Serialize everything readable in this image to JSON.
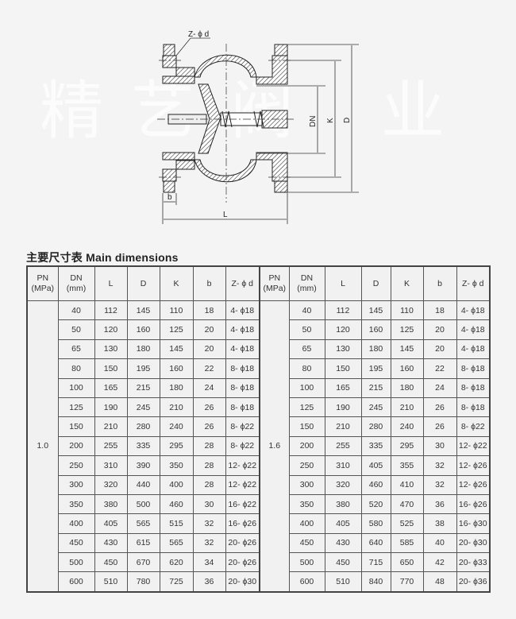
{
  "drawing": {
    "labels": {
      "z_phi_d": "Z- ϕ d",
      "dn": "DN",
      "k": "K",
      "d": "D",
      "b": "b",
      "l": "L"
    },
    "watermark": "精艺阀业"
  },
  "title": "主要尺寸表 Main dimensions",
  "table": {
    "headers": [
      "PN\n(MPa)",
      "DN\n(mm)",
      "L",
      "D",
      "K",
      "b",
      "Z- ϕ d"
    ],
    "header_pn": [
      "PN",
      "(MPa)"
    ],
    "header_dn": [
      "DN",
      "(mm)"
    ],
    "groups": [
      {
        "pn": "1.0",
        "rows": [
          [
            "40",
            "112",
            "145",
            "110",
            "18",
            "4- ϕ18"
          ],
          [
            "50",
            "120",
            "160",
            "125",
            "20",
            "4- ϕ18"
          ],
          [
            "65",
            "130",
            "180",
            "145",
            "20",
            "4- ϕ18"
          ],
          [
            "80",
            "150",
            "195",
            "160",
            "22",
            "8- ϕ18"
          ],
          [
            "100",
            "165",
            "215",
            "180",
            "24",
            "8- ϕ18"
          ],
          [
            "125",
            "190",
            "245",
            "210",
            "26",
            "8- ϕ18"
          ],
          [
            "150",
            "210",
            "280",
            "240",
            "26",
            "8- ϕ22"
          ],
          [
            "200",
            "255",
            "335",
            "295",
            "28",
            "8- ϕ22"
          ],
          [
            "250",
            "310",
            "390",
            "350",
            "28",
            "12- ϕ22"
          ],
          [
            "300",
            "320",
            "440",
            "400",
            "28",
            "12- ϕ22"
          ],
          [
            "350",
            "380",
            "500",
            "460",
            "30",
            "16- ϕ22"
          ],
          [
            "400",
            "405",
            "565",
            "515",
            "32",
            "16- ϕ26"
          ],
          [
            "450",
            "430",
            "615",
            "565",
            "32",
            "20- ϕ26"
          ],
          [
            "500",
            "450",
            "670",
            "620",
            "34",
            "20- ϕ26"
          ],
          [
            "600",
            "510",
            "780",
            "725",
            "36",
            "20- ϕ30"
          ]
        ]
      },
      {
        "pn": "1.6",
        "rows": [
          [
            "40",
            "112",
            "145",
            "110",
            "18",
            "4- ϕ18"
          ],
          [
            "50",
            "120",
            "160",
            "125",
            "20",
            "4- ϕ18"
          ],
          [
            "65",
            "130",
            "180",
            "145",
            "20",
            "4- ϕ18"
          ],
          [
            "80",
            "150",
            "195",
            "160",
            "22",
            "8- ϕ18"
          ],
          [
            "100",
            "165",
            "215",
            "180",
            "24",
            "8- ϕ18"
          ],
          [
            "125",
            "190",
            "245",
            "210",
            "26",
            "8- ϕ18"
          ],
          [
            "150",
            "210",
            "280",
            "240",
            "26",
            "8- ϕ22"
          ],
          [
            "200",
            "255",
            "335",
            "295",
            "30",
            "12- ϕ22"
          ],
          [
            "250",
            "310",
            "405",
            "355",
            "32",
            "12- ϕ26"
          ],
          [
            "300",
            "320",
            "460",
            "410",
            "32",
            "12- ϕ26"
          ],
          [
            "350",
            "380",
            "520",
            "470",
            "36",
            "16- ϕ26"
          ],
          [
            "400",
            "405",
            "580",
            "525",
            "38",
            "16- ϕ30"
          ],
          [
            "450",
            "430",
            "640",
            "585",
            "40",
            "20- ϕ30"
          ],
          [
            "500",
            "450",
            "715",
            "650",
            "42",
            "20- ϕ33"
          ],
          [
            "600",
            "510",
            "840",
            "770",
            "48",
            "20- ϕ36"
          ]
        ]
      }
    ]
  }
}
